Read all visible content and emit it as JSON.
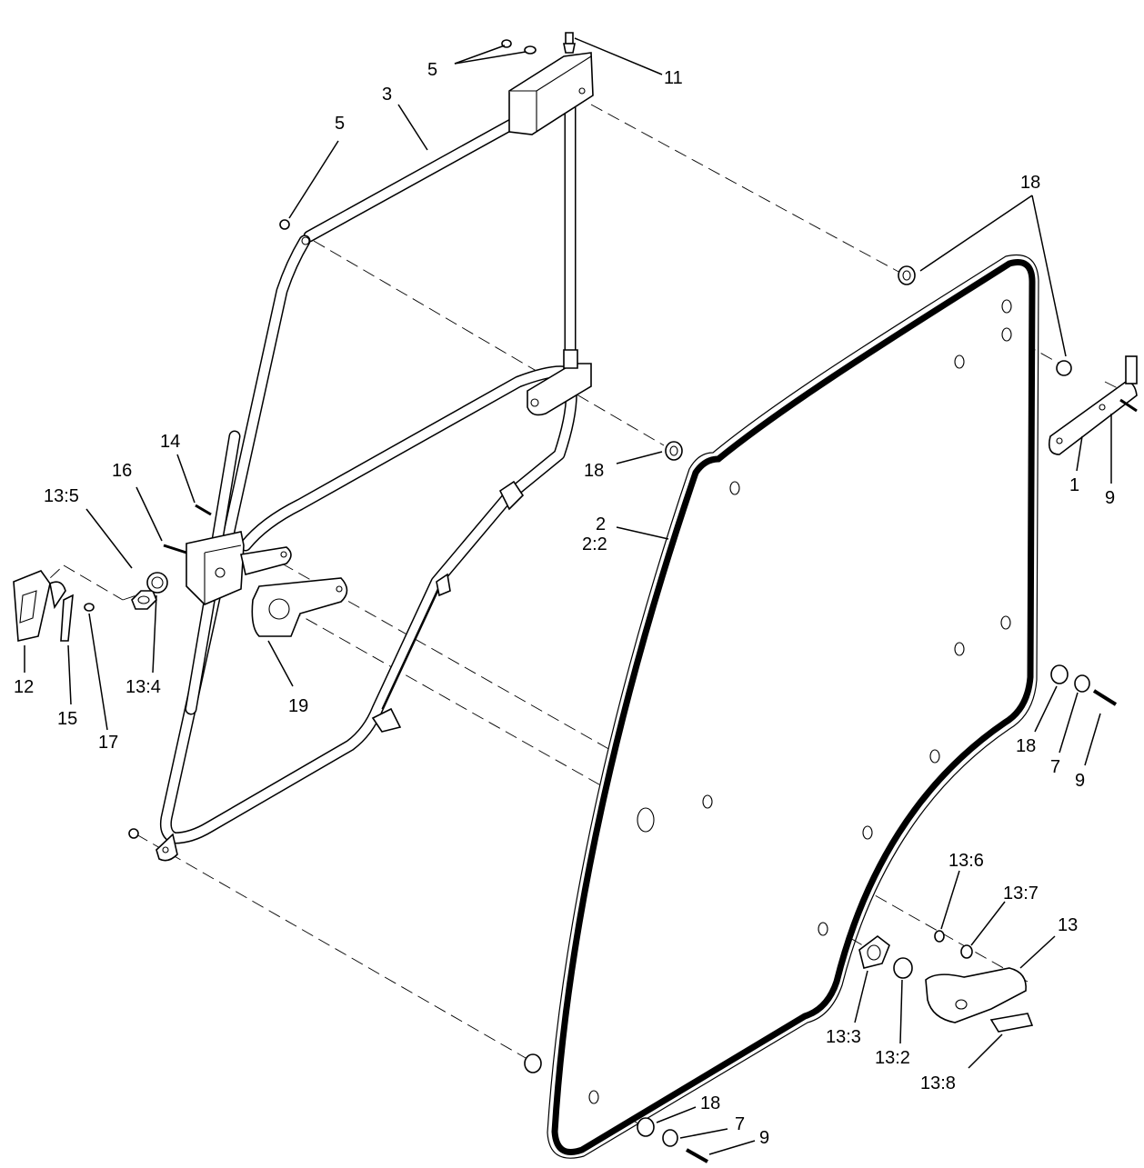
{
  "callouts": [
    {
      "id": "c5a",
      "text": "5"
    },
    {
      "id": "c11",
      "text": "11"
    },
    {
      "id": "c3",
      "text": "3"
    },
    {
      "id": "c5b",
      "text": "5"
    },
    {
      "id": "c18a",
      "text": "18"
    },
    {
      "id": "c14",
      "text": "14"
    },
    {
      "id": "c16",
      "text": "16"
    },
    {
      "id": "c13_5",
      "text": "13:5"
    },
    {
      "id": "c18b",
      "text": "18"
    },
    {
      "id": "c2",
      "text": "2"
    },
    {
      "id": "c2_2",
      "text": "2:2"
    },
    {
      "id": "c1",
      "text": "1"
    },
    {
      "id": "c9a",
      "text": "9"
    },
    {
      "id": "c12",
      "text": "12"
    },
    {
      "id": "c13_4",
      "text": "13:4"
    },
    {
      "id": "c19",
      "text": "19"
    },
    {
      "id": "c15",
      "text": "15"
    },
    {
      "id": "c17",
      "text": "17"
    },
    {
      "id": "c18c",
      "text": "18"
    },
    {
      "id": "c7a",
      "text": "7"
    },
    {
      "id": "c9b",
      "text": "9"
    },
    {
      "id": "c13_6",
      "text": "13:6"
    },
    {
      "id": "c13_7",
      "text": "13:7"
    },
    {
      "id": "c13",
      "text": "13"
    },
    {
      "id": "c13_3",
      "text": "13:3"
    },
    {
      "id": "c13_2",
      "text": "13:2"
    },
    {
      "id": "c13_8",
      "text": "13:8"
    },
    {
      "id": "c18d",
      "text": "18"
    },
    {
      "id": "c7b",
      "text": "7"
    },
    {
      "id": "c9c",
      "text": "9"
    }
  ]
}
